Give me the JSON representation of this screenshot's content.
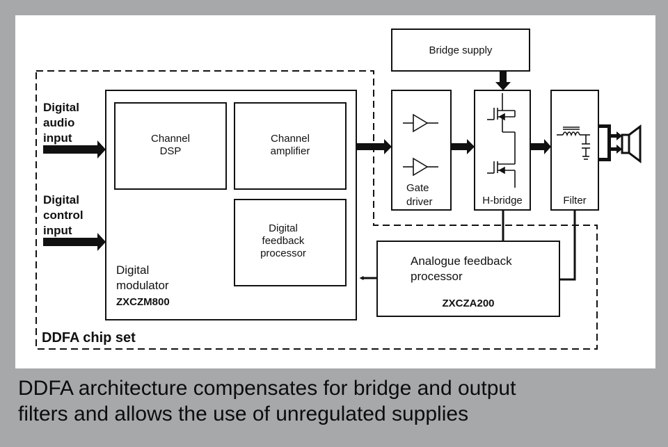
{
  "diagram": {
    "inputs": {
      "audio": "Digital\naudio\ninput",
      "control": "Digital\ncontrol\ninput"
    },
    "modulator": {
      "blocks": {
        "channel_dsp": "Channel\nDSP",
        "channel_amplifier": "Channel\namplifier",
        "feedback": "Digital\nfeedback\nprocessor"
      },
      "label": "Digital\nmodulator",
      "part": "ZXCZM800"
    },
    "gate_driver": "Gate\ndriver",
    "h_bridge": "H-bridge",
    "filter": "Filter",
    "bridge_supply": "Bridge supply",
    "analogue": {
      "label": "Analogue feedback\nprocessor",
      "part": "ZXCZA200"
    },
    "chip_set": "DDFA chip set"
  },
  "caption": "DDFA architecture compensates for bridge and output\nfilters and allows the use of unregulated supplies",
  "colors": {
    "background": "#a6a8a9",
    "panel": "#ffffff",
    "ink": "#111111"
  }
}
